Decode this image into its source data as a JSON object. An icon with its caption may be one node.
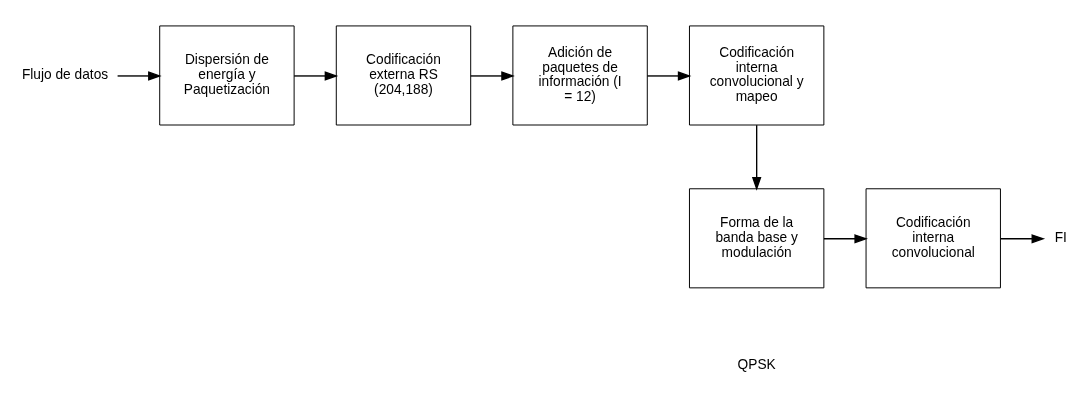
{
  "diagram": {
    "nodes": [
      {
        "text": [
          "Flujo de datos"
        ]
      },
      {
        "text": [
          "Dispersión de energía y Paquetización"
        ]
      },
      {
        "text": [
          "Codificación externa RS (204,188)"
        ]
      },
      {
        "text": [
          "Adición de paquetes de información (I = 12)"
        ]
      },
      {
        "text": [
          "Codificación interna convolucional y mapeo"
        ]
      },
      {
        "text": [
          "Forma de la banda base y modulación"
        ]
      },
      {
        "text": [
          "Codificación interna convolucional"
        ]
      },
      {
        "text": [
          "FI"
        ]
      }
    ],
    "edges": [
      {
        "from": 0,
        "to": 1,
        "arrow": "to"
      },
      {
        "from": 1,
        "to": 2,
        "arrow": "to"
      },
      {
        "from": 2,
        "to": 3,
        "arrow": "to"
      },
      {
        "from": 3,
        "to": 4,
        "arrow": "to"
      },
      {
        "from": 4,
        "to": 5,
        "arrow": "to"
      },
      {
        "from": 5,
        "to": 6,
        "arrow": "to"
      },
      {
        "from": 6,
        "to": 7,
        "arrow": "to"
      }
    ],
    "labels": [
      "QPSK"
    ]
  }
}
